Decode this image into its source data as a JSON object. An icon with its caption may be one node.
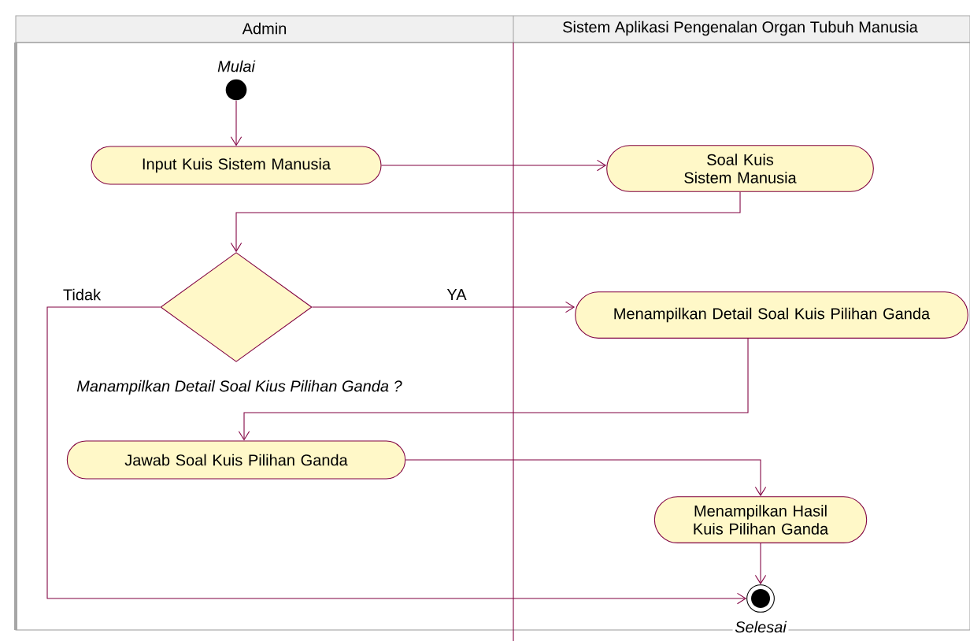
{
  "diagram": {
    "nodes": [
      {
        "text": [],
        "shape": "circle",
        "beside": [
          "Mulai"
        ]
      },
      {
        "text": [
          "Input Kuis Sistem Manusia"
        ]
      },
      {
        "text": [
          "Soal Kuis Sistem Manusia"
        ]
      },
      {
        "text": [],
        "shape": "diamond",
        "beside": [
          "Manampilkan Detail Soal Kius Pilihan Ganda ?"
        ]
      },
      {
        "text": [
          "Menampilkan Detail Soal Kuis Pilihan Ganda"
        ]
      },
      {
        "text": [
          "Jawab Soal Kuis Pilihan Ganda"
        ]
      },
      {
        "text": [
          "Menampilkan Hasil Kuis Pilihan Ganda"
        ]
      },
      {
        "text": [],
        "shape": "circle",
        "beside": [
          "Selesai"
        ]
      }
    ],
    "edges": [
      {
        "from": 0,
        "to": 1,
        "arrow": "to"
      },
      {
        "from": 1,
        "to": 2,
        "arrow": "to"
      },
      {
        "from": 2,
        "to": 3,
        "arrow": "to"
      },
      {
        "from": 3,
        "to": 4,
        "arrow": "to",
        "label": "YA"
      },
      {
        "from": 3,
        "to": 7,
        "arrow": "to",
        "label": "Tidak"
      },
      {
        "from": 4,
        "to": 5,
        "arrow": "to"
      },
      {
        "from": 5,
        "to": 6,
        "arrow": "to"
      },
      {
        "from": 6,
        "to": 7,
        "arrow": "to"
      }
    ],
    "labels": [
      "Admin",
      "Sistem Aplikasi Pengenalan Organ Tubuh Manusia"
    ]
  }
}
